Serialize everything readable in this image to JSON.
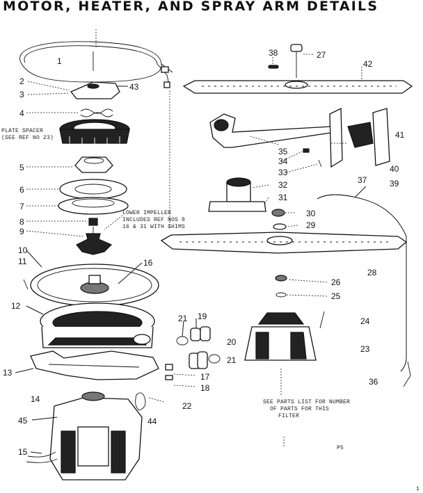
{
  "title": "MOTOR, HEATER, AND SPRAY ARM DETAILS",
  "notes": {
    "plate_spacer": [
      "PLATE SPACER",
      "(SEE REF NO 23)"
    ],
    "lower_impeller": [
      "LOWER IMPELLER",
      "INCLUDES REF NOS 8",
      "16 & 31 WITH SHIMS"
    ],
    "bottom_note": [
      "SEE PARTS LIST FOR NUMBER",
      "OF PARTS FOR THIS",
      "FILTER"
    ],
    "ps_mark": "P5",
    "corner_mark": "1"
  },
  "callouts": {
    "c1": "1",
    "c2": "2",
    "c3": "3",
    "c4": "4",
    "c5": "5",
    "c6": "6",
    "c7": "7",
    "c8": "8",
    "c9": "9",
    "c10": "10",
    "c11": "11",
    "c12": "12",
    "c13": "13",
    "c14": "14",
    "c15": "15",
    "c16": "16",
    "c17": "17",
    "c18": "18",
    "c19": "19",
    "c20": "20",
    "c21a": "21",
    "c21b": "21",
    "c22": "22",
    "c23": "23",
    "c24": "24",
    "c25": "25",
    "c26": "26",
    "c27": "27",
    "c28": "28",
    "c29": "29",
    "c30": "30",
    "c31": "31",
    "c32": "32",
    "c33": "33",
    "c34": "34",
    "c35": "35",
    "c36": "36",
    "c37": "37",
    "c38": "38",
    "c39": "39",
    "c40": "40",
    "c41": "41",
    "c42": "42",
    "c43": "43",
    "c44": "44",
    "c45": "45"
  }
}
